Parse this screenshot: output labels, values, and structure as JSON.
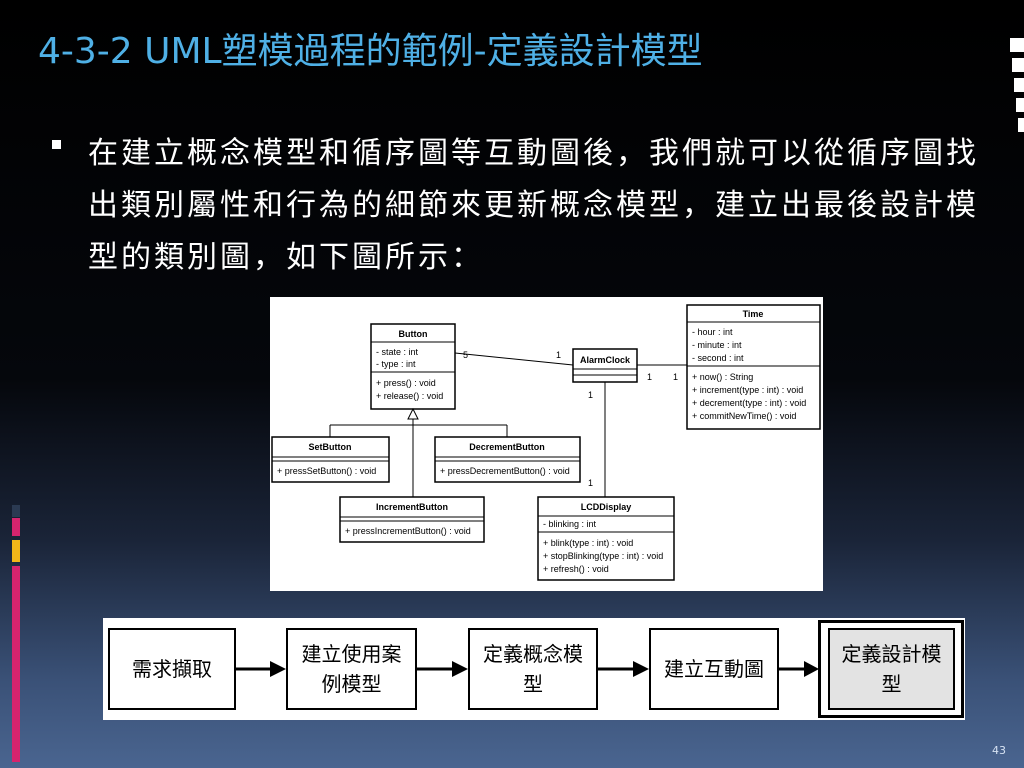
{
  "slide": {
    "title": "4-3-2 UML塑模過程的範例-定義設計模型",
    "body": "在建立概念模型和循序圖等互動圖後，我們就可以從循序圖找出類別屬性和行為的細節來更新概念模型，建立出最後設計模型的類別圖，如下圖所示：",
    "page_number": "43"
  },
  "uml": {
    "button": {
      "name": "Button",
      "attrs": [
        "- state : int",
        "- type : int"
      ],
      "ops": [
        "+ press() : void",
        "+ release() : void"
      ]
    },
    "alarmclock": {
      "name": "AlarmClock"
    },
    "time": {
      "name": "Time",
      "attrs": [
        "- hour : int",
        "- minute : int",
        "- second : int"
      ],
      "ops": [
        "+ now() : String",
        "+ increment(type : int) : void",
        "+ decrement(type : int) : void",
        "+ commitNewTime() : void"
      ]
    },
    "setbutton": {
      "name": "SetButton",
      "ops": [
        "+ pressSetButton() : void"
      ]
    },
    "decrementbutton": {
      "name": "DecrementButton",
      "ops": [
        "+ pressDecrementButton() : void"
      ]
    },
    "incrementbutton": {
      "name": "IncrementButton",
      "ops": [
        "+ pressIncrementButton() : void"
      ]
    },
    "lcddisplay": {
      "name": "LCDDisplay",
      "attrs": [
        "- blinking : int"
      ],
      "ops": [
        "+ blink(type : int) : void",
        "+ stopBlinking(type : int) : void",
        "+ refresh() : void"
      ]
    },
    "multiplicities": {
      "button_alarm_left": "5",
      "button_alarm_right": "1",
      "alarm_time_left": "1",
      "alarm_time_right": "1",
      "alarm_lcd_top": "1",
      "alarm_lcd_bottom": "1"
    }
  },
  "flow": {
    "steps": [
      "需求擷取",
      "建立使用案例模型",
      "定義概念模型",
      "建立互動圖",
      "定義設計模型"
    ]
  },
  "colors": {
    "title": "#4fb0e6",
    "text": "#ffffff",
    "accent_pink": "#d6246e",
    "accent_yellow": "#f2b619"
  }
}
